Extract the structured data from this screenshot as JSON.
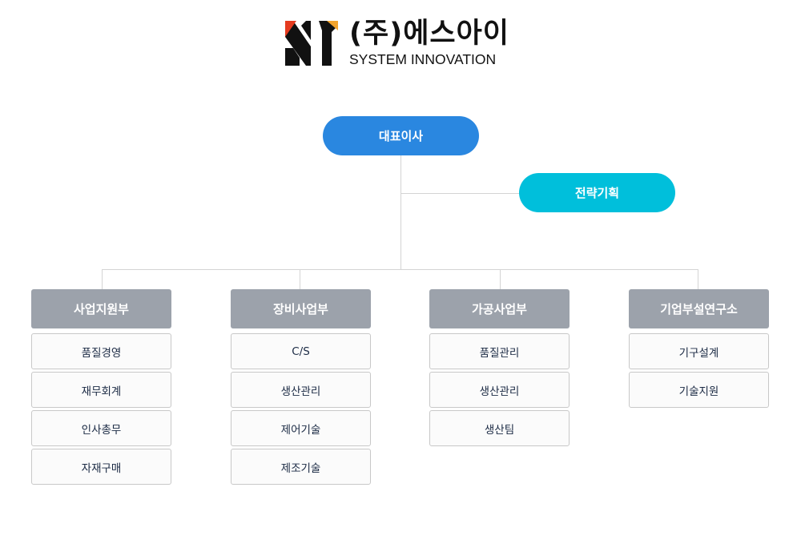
{
  "logo": {
    "company_ko": "(주)에스아이",
    "company_en": "SYSTEM INNOVATION",
    "mark_text": "SI",
    "colors": {
      "red": "#e53b1f",
      "orange": "#f2a32c",
      "black": "#111111"
    }
  },
  "org": {
    "ceo": "대표이사",
    "strategy": "전략기획",
    "departments": [
      {
        "name": "사업지원부",
        "teams": [
          "품질경영",
          "재무회계",
          "인사총무",
          "자재구매"
        ]
      },
      {
        "name": "장비사업부",
        "teams": [
          "C/S",
          "생산관리",
          "제어기술",
          "제조기술"
        ]
      },
      {
        "name": "가공사업부",
        "teams": [
          "품질관리",
          "생산관리",
          "생산팀"
        ]
      },
      {
        "name": "기업부설연구소",
        "teams": [
          "기구설계",
          "기술지원"
        ]
      }
    ]
  },
  "colors": {
    "ceo": "#2a87e0",
    "strategy": "#00bfdb",
    "department": "#9ca2ab",
    "connector": "#d4d4d4"
  }
}
